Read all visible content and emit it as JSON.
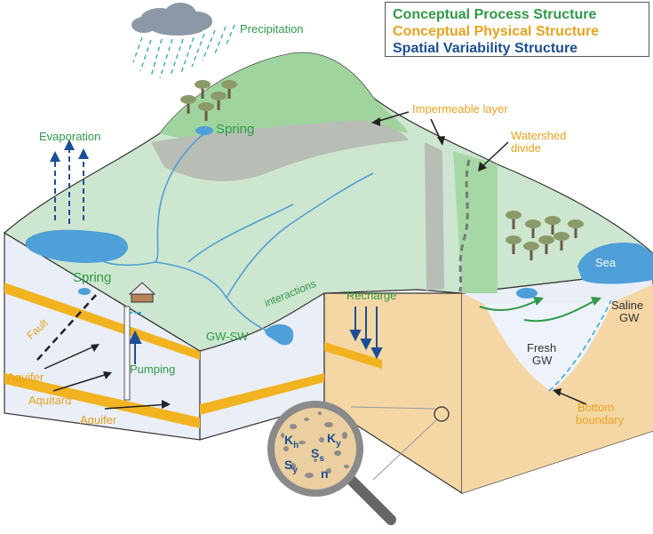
{
  "legend": {
    "process": "Conceptual Process Structure",
    "physical": "Conceptual Physical Structure",
    "spatial": "Spatial Variability Structure"
  },
  "labels": {
    "precipitation": "Precipitation",
    "evaporation": "Evaporation",
    "spring_top": "Spring",
    "spring_left": "Spring",
    "impermeable_layer": "Impermeable layer",
    "watershed_divide_1": "Watershed",
    "watershed_divide_2": "divide",
    "sea": "Sea",
    "saline_gw_1": "Saline",
    "saline_gw_2": "GW",
    "fresh_gw_1": "Fresh",
    "fresh_gw_2": "GW",
    "recharge": "Recharge",
    "interactions": "interactions",
    "gw_sw": "GW-SW",
    "pumping": "Pumping",
    "fault": "Fault",
    "aquifer_upper": "Aquifer",
    "aquitard": "Aquitard",
    "aquifer_lower": "Aquifer",
    "bottom_boundary_1": "Bottom",
    "bottom_boundary_2": "boundary"
  },
  "parameters": {
    "kh": "K",
    "kh_sub": "h",
    "ky": "K",
    "ky_sub": "y",
    "ss": "S",
    "ss_sub": "s",
    "sy": "S",
    "sy_sub": "y",
    "n": "n"
  },
  "colors": {
    "process": "#2f9a49",
    "physical": "#e8a21e",
    "spatial": "#1a4f96",
    "land": "#cde6cf",
    "hill": "#9fd49f",
    "water": "#4f9fd8",
    "sand": "#f5d7a6",
    "aquifer_band": "#f2b321",
    "side_face": "#e9eef7"
  }
}
